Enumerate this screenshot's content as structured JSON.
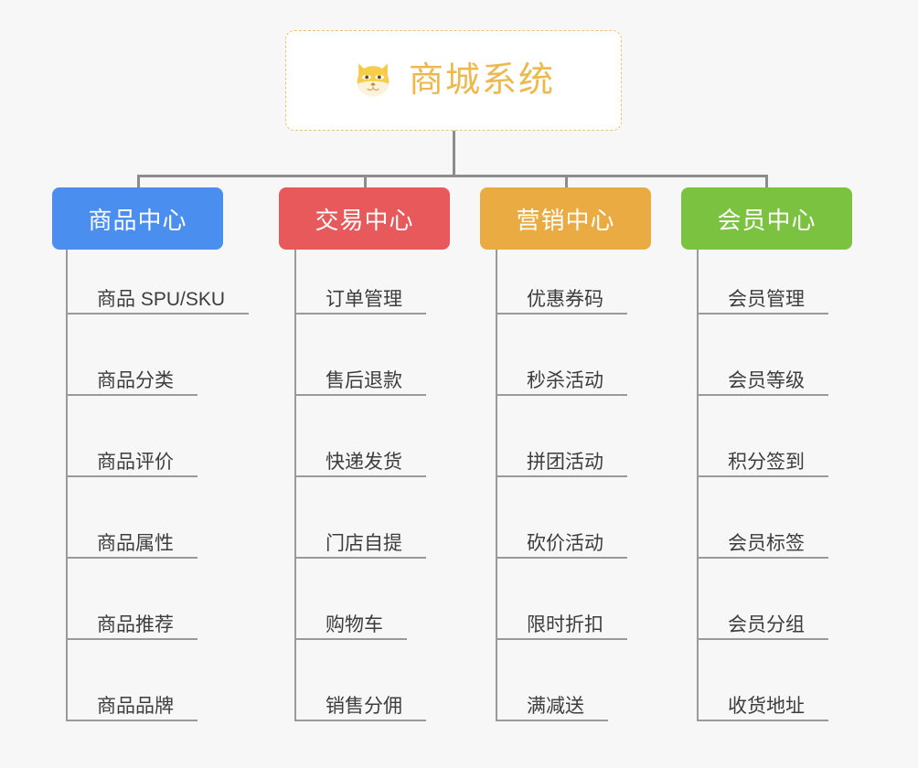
{
  "page": {
    "background_color": "#f7f7f7",
    "connector_color": "#8c8c8c",
    "leaf_line_color": "#9a9a9a"
  },
  "root": {
    "title": "商城系统",
    "icon": "shiba-dog-icon",
    "title_color": "#edb84c",
    "border_color": "#f0c070",
    "background_color": "#ffffff"
  },
  "columns": [
    {
      "label": "商品中心",
      "color": "#4a8ef0",
      "items": [
        "商品 SPU/SKU",
        "商品分类",
        "商品评价",
        "商品属性",
        "商品推荐",
        "商品品牌"
      ]
    },
    {
      "label": "交易中心",
      "color": "#e8595b",
      "items": [
        "订单管理",
        "售后退款",
        "快递发货",
        "门店自提",
        "购物车",
        "销售分佣"
      ]
    },
    {
      "label": "营销中心",
      "color": "#eaab43",
      "items": [
        "优惠券码",
        "秒杀活动",
        "拼团活动",
        "砍价活动",
        "限时折扣",
        "满减送"
      ]
    },
    {
      "label": "会员中心",
      "color": "#7cc241",
      "items": [
        "会员管理",
        "会员等级",
        "积分签到",
        "会员标签",
        "会员分组",
        "收货地址"
      ]
    }
  ]
}
